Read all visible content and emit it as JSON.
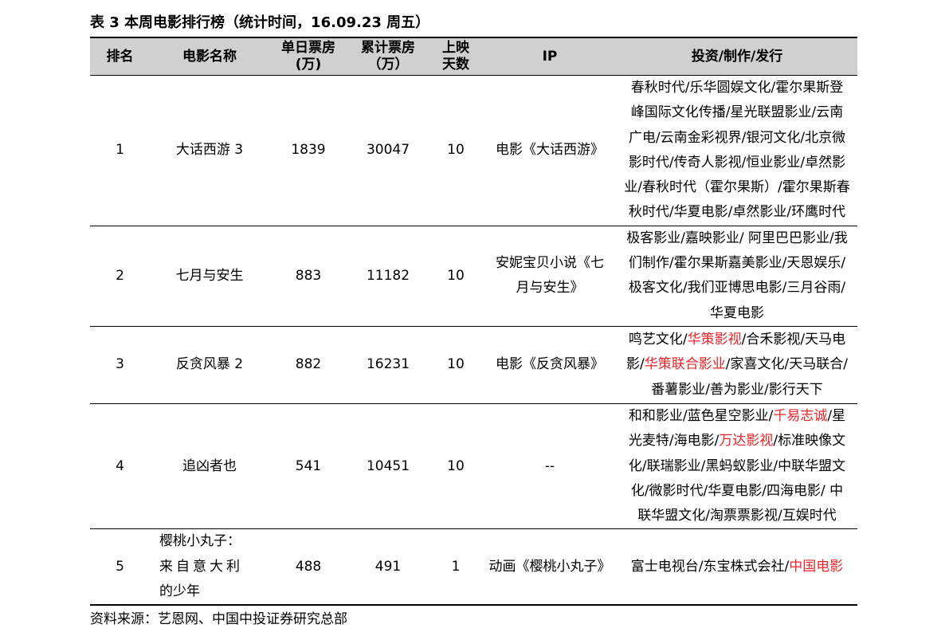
{
  "title": "表 3 本周电影排行榜（统计时间，16.09.23  周五）",
  "headers": {
    "rank": "排名",
    "name": "电影名称",
    "daily_line1": "单日票房",
    "daily_line2": "(万)",
    "total_line1": "累计票房",
    "total_line2": "（万）",
    "days_line1": "上映",
    "days_line2": "天数",
    "ip": "IP",
    "investors": "投资/制作/发行"
  },
  "rows": [
    {
      "rank": "1",
      "name": "大话西游 3",
      "daily": "1839",
      "total": "30047",
      "days": "10",
      "ip": "电影《大话西游》",
      "investors": [
        {
          "text": "春秋时代/乐华圆娱文化/霍尔果斯登",
          "red": false
        },
        {
          "text": "峰国际文化传播/星光联盟影业/云南",
          "red": false
        },
        {
          "text": "广电/云南金彩视界/银河文化/北京微",
          "red": false
        },
        {
          "text": "影时代/传奇人影视/恒业影业/卓然影",
          "red": false
        },
        {
          "text": "业/春秋时代（霍尔果斯）/霍尔果斯春",
          "red": false
        },
        {
          "text": "秋时代/华夏电影/卓然影业/环鹰时代",
          "red": false
        }
      ]
    },
    {
      "rank": "2",
      "name": "七月与安生",
      "daily": "883",
      "total": "11182",
      "days": "10",
      "ip_line1": "安妮宝贝小说《七",
      "ip_line2": "月与安生》",
      "investors": [
        {
          "text": "极客影业/嘉映影业/  阿里巴巴影业/我",
          "red": false
        },
        {
          "text": "们制作/霍尔果斯嘉美影业/天恩娱乐/",
          "red": false
        },
        {
          "text": "极客文化/我们亚博思电影/三月谷雨/",
          "red": false
        },
        {
          "text": "华夏电影",
          "red": false
        }
      ]
    },
    {
      "rank": "3",
      "name": "反贪风暴 2",
      "daily": "882",
      "total": "16231",
      "days": "10",
      "ip": "电影《反贪风暴》",
      "investors": [
        {
          "text": "鸣艺文化/",
          "red": false
        },
        {
          "text": "华策影视",
          "red": true
        },
        {
          "text": "/合禾影视/天马电",
          "red": false
        },
        {
          "text": "影/",
          "red": false
        },
        {
          "text": "华策联合影业",
          "red": true
        },
        {
          "text": "/家喜文化/天马联合/",
          "red": false
        },
        {
          "text": "番薯影业/善为影业/影行天下",
          "red": false
        }
      ]
    },
    {
      "rank": "4",
      "name": "追凶者也",
      "daily": "541",
      "total": "10451",
      "days": "10",
      "ip": "--",
      "investors": [
        {
          "text": "和和影业/蓝色星空影业/",
          "red": false
        },
        {
          "text": "千易志诚",
          "red": true
        },
        {
          "text": "/星",
          "red": false
        },
        {
          "text": "光麦特/海电影/",
          "red": false
        },
        {
          "text": "万达影视",
          "red": true
        },
        {
          "text": "/标准映像文",
          "red": false
        },
        {
          "text": "化/联瑞影业/黑蚂蚁影业/中联华盟文",
          "red": false
        },
        {
          "text": "化/微影时代/华夏电影/四海电影/  中",
          "red": false
        },
        {
          "text": "联华盟文化/淘票票影视/互娱时代",
          "red": false
        }
      ]
    },
    {
      "rank": "5",
      "name_line1": "樱桃小丸子：",
      "name_line2": "来自意大利",
      "name_line3": "的少年",
      "daily": "488",
      "total": "491",
      "days": "1",
      "ip": "动画《樱桃小丸子》",
      "investors": [
        {
          "text": "富士电视台/东宝株式会社/",
          "red": false
        },
        {
          "text": "中国电影",
          "red": true
        }
      ]
    }
  ],
  "source": "资料来源：艺恩网、中国中投证券研究总部",
  "colors": {
    "header_bg": "#d0d0d0",
    "highlight_red": "#e8262b"
  }
}
